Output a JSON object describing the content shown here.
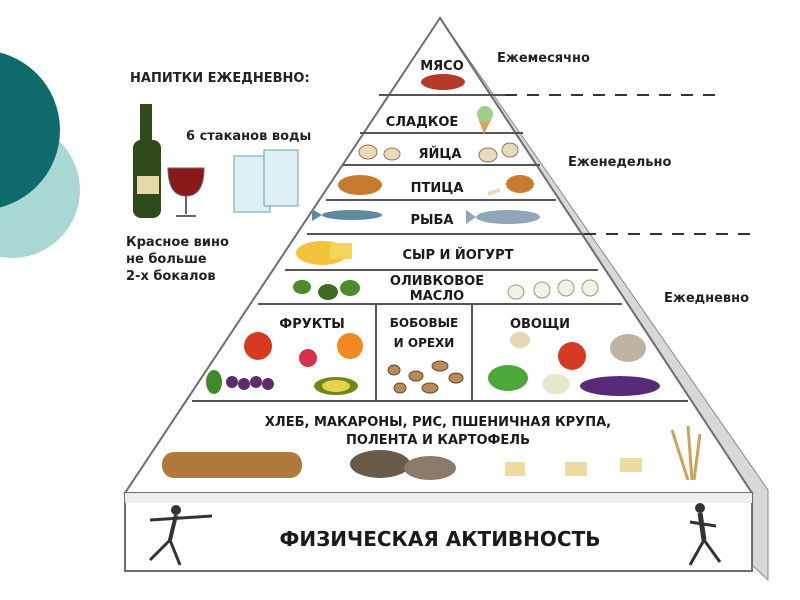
{
  "colors": {
    "circle_dark": "#0f6b6b",
    "circle_light": "#a9d7d4",
    "pyramid_fill": "#ffffff",
    "pyramid_stroke": "#7a7a7a",
    "text": "#1a1a1a"
  },
  "drinks": {
    "heading": "НАПИТКИ ЕЖЕДНЕВНО:",
    "water": "6 стаканов воды",
    "wine_line1": "Красное вино",
    "wine_line2": "не больше",
    "wine_line3": "2-х бокалов"
  },
  "frequency": {
    "monthly": "Ежемесячно",
    "weekly": "Еженедельно",
    "daily": "Ежедневно"
  },
  "tiers": {
    "meat": "МЯСО",
    "sweets": "СЛАДКОЕ",
    "eggs": "ЯЙЦА",
    "poultry": "ПТИЦА",
    "fish": "РЫБА",
    "cheese": "СЫР И ЙОГУРТ",
    "oil_line1": "ОЛИВКОВОЕ",
    "oil_line2": "МАСЛО",
    "fruits": "ФРУКТЫ",
    "legumes_line1": "БОБОВЫЕ",
    "legumes_line2": "И ОРЕХИ",
    "vegetables": "ОВОЩИ",
    "grains_line1": "ХЛЕБ, МАКАРОНЫ, РИС, ПШЕНИЧНАЯ КРУПА,",
    "grains_line2": "ПОЛЕНТА И КАРТОФЕЛЬ",
    "activity": "ФИЗИЧЕСКАЯ АКТИВНОСТЬ"
  }
}
